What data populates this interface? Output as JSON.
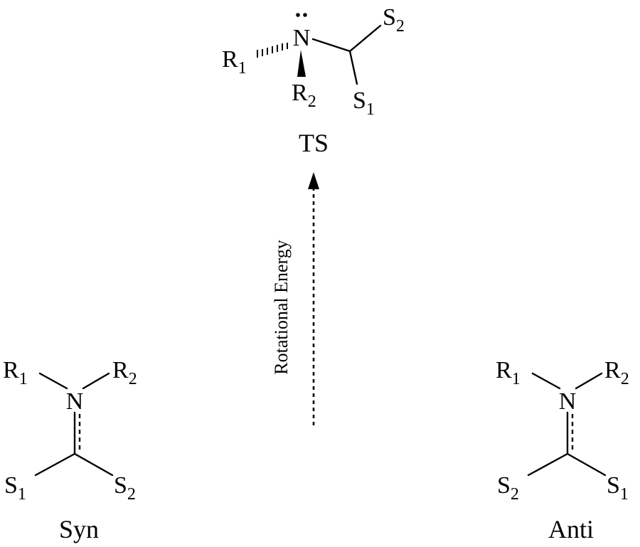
{
  "ts": {
    "caption": "TS",
    "atoms": {
      "n": "N",
      "r1": "R",
      "r1_sub": "1",
      "r2": "R",
      "r2_sub": "2",
      "s1": "S",
      "s1_sub": "1",
      "s2": "S",
      "s2_sub": "2"
    }
  },
  "arrow": {
    "label": "Rotational Energy"
  },
  "syn": {
    "caption": "Syn",
    "atoms": {
      "n": "N",
      "r1": "R",
      "r1_sub": "1",
      "r2": "R",
      "r2_sub": "2",
      "s_left": "S",
      "s_left_sub": "1",
      "s_right": "S",
      "s_right_sub": "2"
    }
  },
  "anti": {
    "caption": "Anti",
    "atoms": {
      "n": "N",
      "r1": "R",
      "r1_sub": "1",
      "r2": "R",
      "r2_sub": "2",
      "s_left": "S",
      "s_left_sub": "2",
      "s_right": "S",
      "s_right_sub": "1"
    }
  }
}
